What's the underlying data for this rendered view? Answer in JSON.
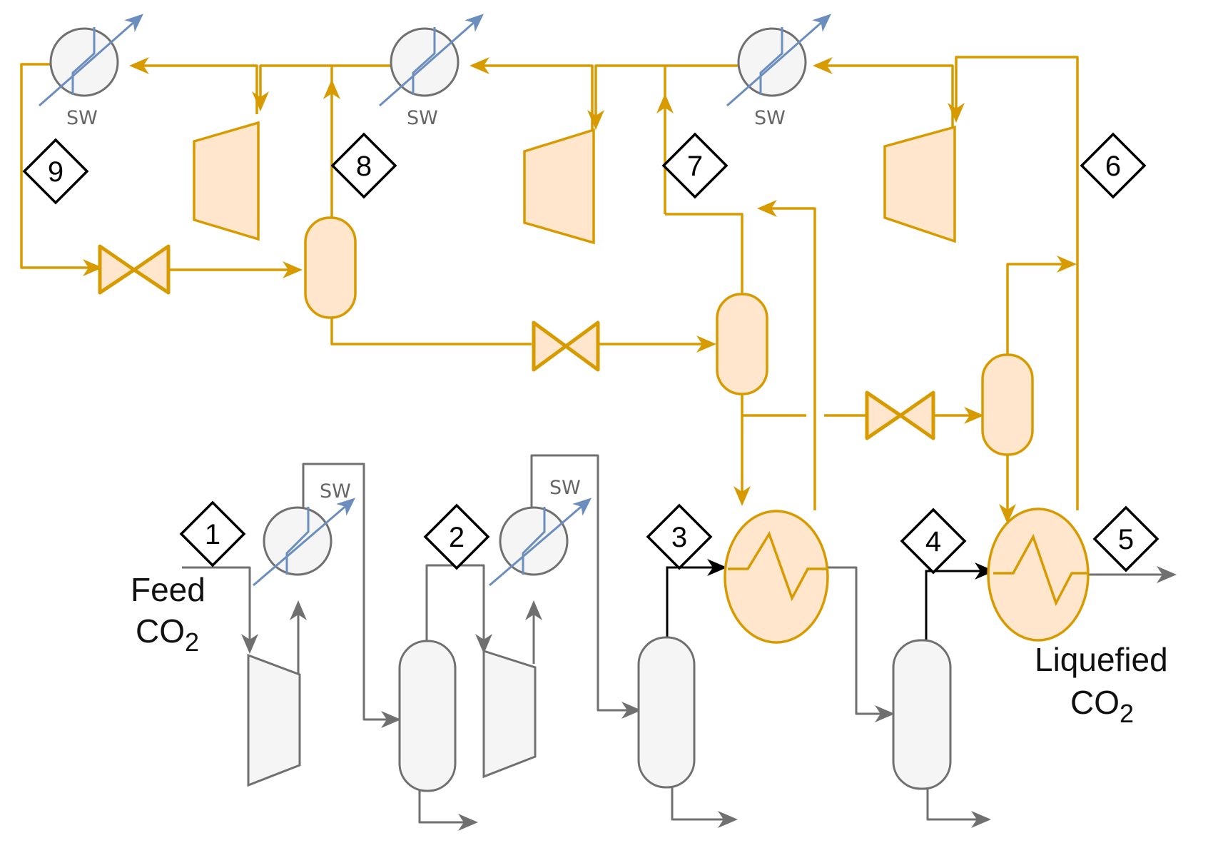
{
  "colors": {
    "refrigerant": "#D79B00",
    "equipment_fill": "#FFE6CC",
    "process": "#707070",
    "process_fill": "#F5F5F5",
    "cooling_arrow": "#6C8EBF",
    "feed_line": "#000000"
  },
  "labels": {
    "feed_line1": "Feed",
    "feed_co": "CO",
    "feed_sub": "2",
    "product_line1": "Liquefied",
    "product_co": "CO",
    "product_sub": "2",
    "seawater": "SW"
  },
  "streams": [
    "1",
    "2",
    "3",
    "4",
    "5",
    "6",
    "7",
    "8",
    "9"
  ],
  "icons": [
    "seawater-cooler-icon",
    "compressor-icon",
    "valve-icon",
    "flash-drum-icon",
    "heat-exchanger-icon",
    "stream-marker-icon"
  ]
}
